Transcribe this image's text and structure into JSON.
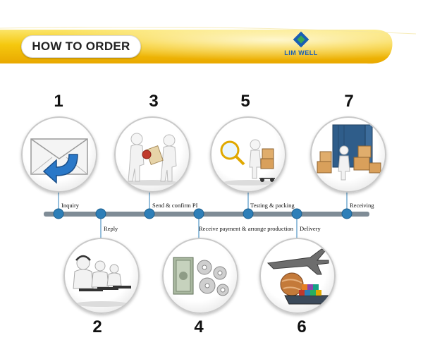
{
  "header": {
    "title": "HOW TO ORDER",
    "logo_text": "LIM WELL"
  },
  "colors": {
    "banner_yellow": "#f5c80e",
    "timeline_bar": "#7f8c96",
    "node_blue": "#2e7fb8",
    "logo_blue": "#1a5fb4",
    "logo_green": "#3aa655"
  },
  "steps": [
    {
      "number": "1",
      "label": "Inquiry",
      "icon": "envelope-icon"
    },
    {
      "number": "2",
      "label": "Reply",
      "icon": "call-center-icon"
    },
    {
      "number": "3",
      "label": "Send & confirm PI",
      "icon": "handshake-document-icon"
    },
    {
      "number": "4",
      "label": "Receive payment & arrange production",
      "icon": "money-gears-icon"
    },
    {
      "number": "5",
      "label": "Testing & packing",
      "icon": "inspection-packing-icon"
    },
    {
      "number": "6",
      "label": "Delivery",
      "icon": "plane-ship-icon"
    },
    {
      "number": "7",
      "label": "Receiving",
      "icon": "container-boxes-icon"
    }
  ]
}
